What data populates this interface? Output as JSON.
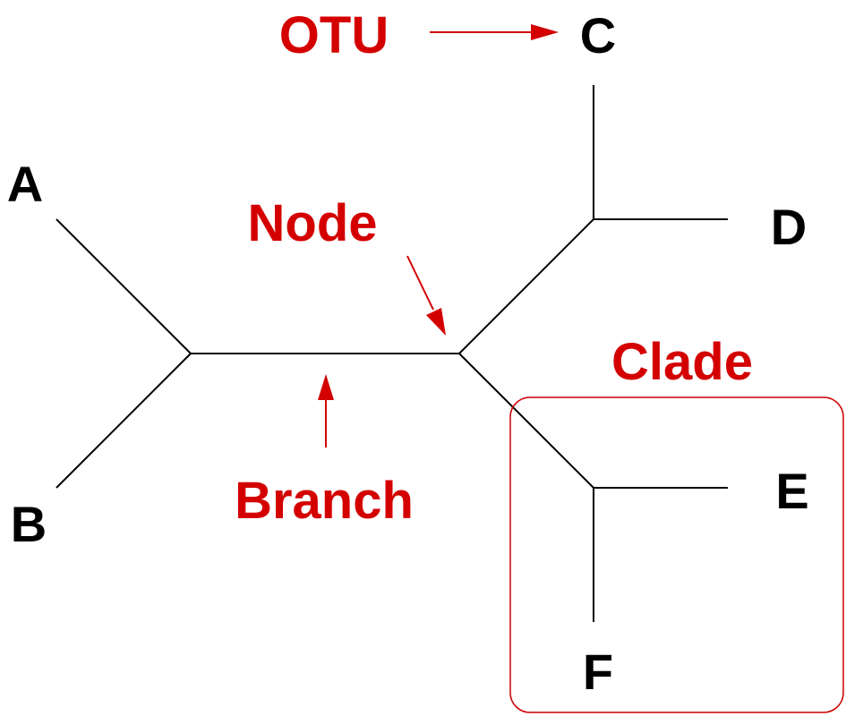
{
  "colors": {
    "tree": "#000000",
    "annotation": "#d40000",
    "background": "#ffffff"
  },
  "leaves": {
    "a": "A",
    "b": "B",
    "c": "C",
    "d": "D",
    "e": "E",
    "f": "F"
  },
  "annotations": {
    "otu": "OTU",
    "node": "Node",
    "branch": "Branch",
    "clade": "Clade"
  }
}
